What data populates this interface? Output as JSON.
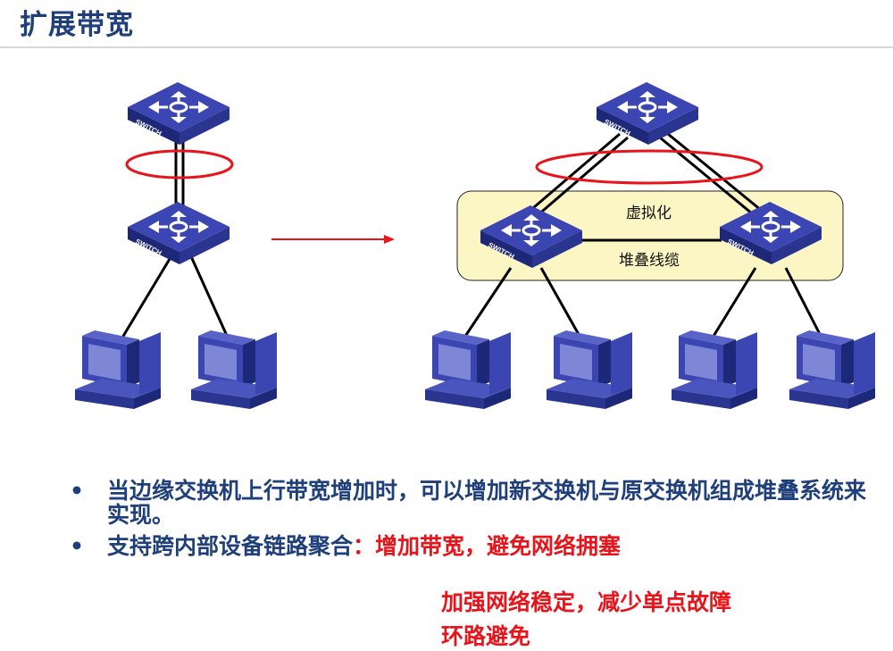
{
  "header": {
    "title": "扩展带宽"
  },
  "diagram": {
    "switch_label": "SWITCH",
    "virtual_label": "虚拟化",
    "stack_cable_label": "堆叠线缆",
    "colors": {
      "switch_face": "#3b46b3",
      "switch_side": "#1e2878",
      "highlight_ellipse": "#e8141b",
      "virtual_box_fill": "#fbf6c4",
      "arrow": "#e8141b",
      "title": "#1f3f7a"
    }
  },
  "bullets": {
    "item1": "当边缘交换机上行带宽增加时，可以增加新交换机与原交换机组成堆叠系统来实现。",
    "item2_prefix": "支持跨内部设备链路聚合",
    "item2_colon": "：",
    "item2_benefit1": "增加带宽，避免网络拥塞",
    "item2_benefit2": "加强网络稳定，减少单点故障",
    "item2_benefit3": "环路避免",
    "bullet_symbol": "•"
  }
}
